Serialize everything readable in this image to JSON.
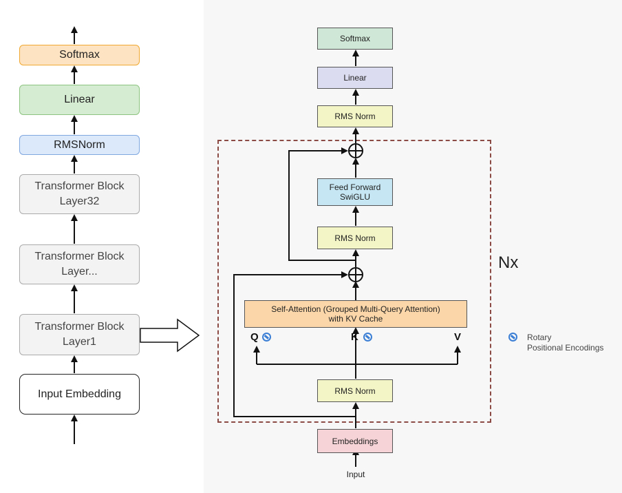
{
  "left_stack": {
    "boxes": [
      {
        "id": "softmax",
        "label": "Softmax",
        "fill": "#fde3c2",
        "border": "#f0a830"
      },
      {
        "id": "linear",
        "label": "Linear",
        "fill": "#d6ecd2",
        "border": "#8cc47f"
      },
      {
        "id": "rmsnorm",
        "label": "RMSNorm",
        "fill": "#dce9fb",
        "border": "#7ea6df"
      },
      {
        "id": "block32",
        "label": "Transformer Block\nLayer32",
        "fill": "#f3f3f3",
        "border": "#aaaaaa"
      },
      {
        "id": "blockdots",
        "label": "Transformer Block\nLayer...",
        "fill": "#f3f3f3",
        "border": "#aaaaaa"
      },
      {
        "id": "block1",
        "label": "Transformer Block\nLayer1",
        "fill": "#f3f3f3",
        "border": "#aaaaaa"
      },
      {
        "id": "embedding",
        "label": "Input Embedding",
        "fill": "#ffffff",
        "border": "#222222"
      }
    ]
  },
  "right_diagram": {
    "softmax": "Softmax",
    "linear": "Linear",
    "rms_norm_top": "RMS Norm",
    "feed_forward": "Feed Forward\nSwiGLU",
    "rms_norm_mid": "RMS Norm",
    "self_attention": "Self-Attention (Grouped Multi-Query Attention)\nwith KV Cache",
    "rms_norm_bottom": "RMS Norm",
    "embeddings": "Embeddings",
    "input": "Input",
    "repeat_label": "Nx",
    "q": "Q",
    "k": "K",
    "v": "V",
    "legend": "Rotary\nPositional Encodings",
    "colors": {
      "softmax": "#cfe7d6",
      "linear": "#dcdcf0",
      "rms_norm": "#f3f5c6",
      "feed_forward": "#c5e6f2",
      "self_attention": "#fbd6a8",
      "embeddings": "#f6d3d6",
      "rotary": "#3a7fd5",
      "dashed_border": "#8b4a44"
    }
  }
}
